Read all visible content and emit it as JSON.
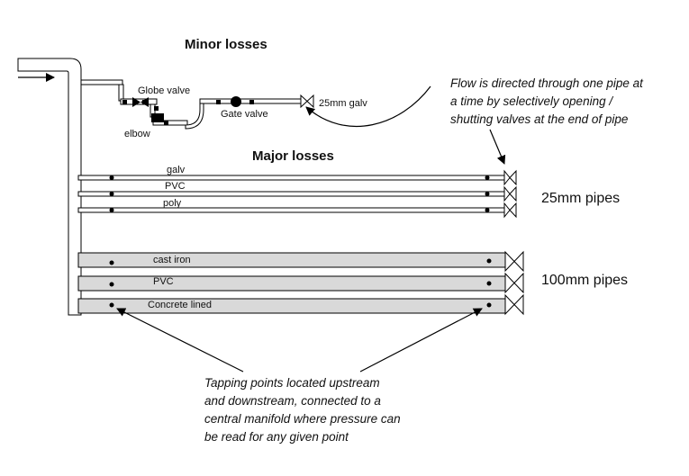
{
  "title_minor": "Minor losses",
  "title_major": "Major losses",
  "minor_labels": {
    "globe_valve": "Globe valve",
    "elbow": "elbow",
    "gate_valve": "Gate valve",
    "galv_25mm": "25mm galv"
  },
  "small_pipes": [
    {
      "label": "galv"
    },
    {
      "label": "PVC"
    },
    {
      "label": "poly"
    }
  ],
  "large_pipes": [
    {
      "label": "cast iron"
    },
    {
      "label": "PVC"
    },
    {
      "label": "Concrete lined"
    }
  ],
  "group_labels": {
    "small": "25mm pipes",
    "large": "100mm pipes"
  },
  "notes": {
    "flow": [
      "Flow is directed through one pipe at",
      "a time by selectively opening /",
      "shutting valves at the end of pipe"
    ],
    "tapping": [
      "Tapping points located upstream",
      "and downstream, connected to a",
      "central manifold where pressure can",
      "be read for any given point"
    ]
  },
  "colors": {
    "pipe_fill": "#d9d9d9",
    "line": "#000000"
  }
}
